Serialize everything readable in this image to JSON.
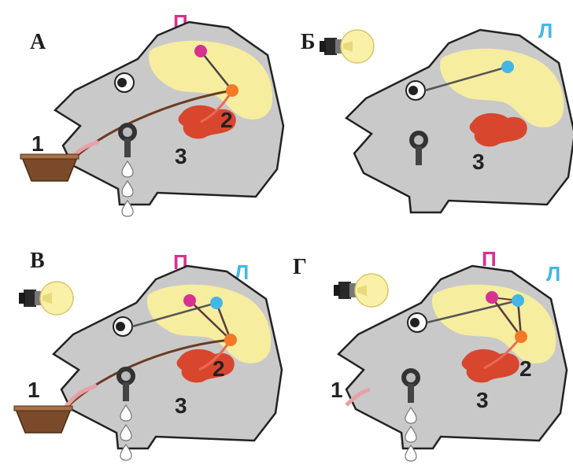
{
  "colors": {
    "background": "#ffffff",
    "head": "#c9c9c9",
    "brain": "#f6ed9f",
    "pink_center": "#d8318f",
    "blue_center": "#44b6e6",
    "orange_node": "#f37a28",
    "salivary_gland": "#d9462e",
    "bowl": "#7a4a2a"
  },
  "panels": [
    {
      "letter": "А",
      "marker_p": "П",
      "marker_l": "",
      "labels": [
        "1",
        "2",
        "3"
      ]
    },
    {
      "letter": "Б",
      "marker_p": "",
      "marker_l": "Л",
      "labels": [
        "3"
      ]
    },
    {
      "letter": "В",
      "marker_p": "П",
      "marker_l": "Л",
      "labels": [
        "1",
        "2",
        "3"
      ]
    },
    {
      "letter": "Г",
      "marker_p": "П",
      "marker_l": "Л",
      "labels": [
        "1",
        "2",
        "3"
      ]
    }
  ],
  "icons": [
    "light-bulb-icon",
    "food-bowl-icon",
    "saliva-drop-icon",
    "eye-icon"
  ]
}
